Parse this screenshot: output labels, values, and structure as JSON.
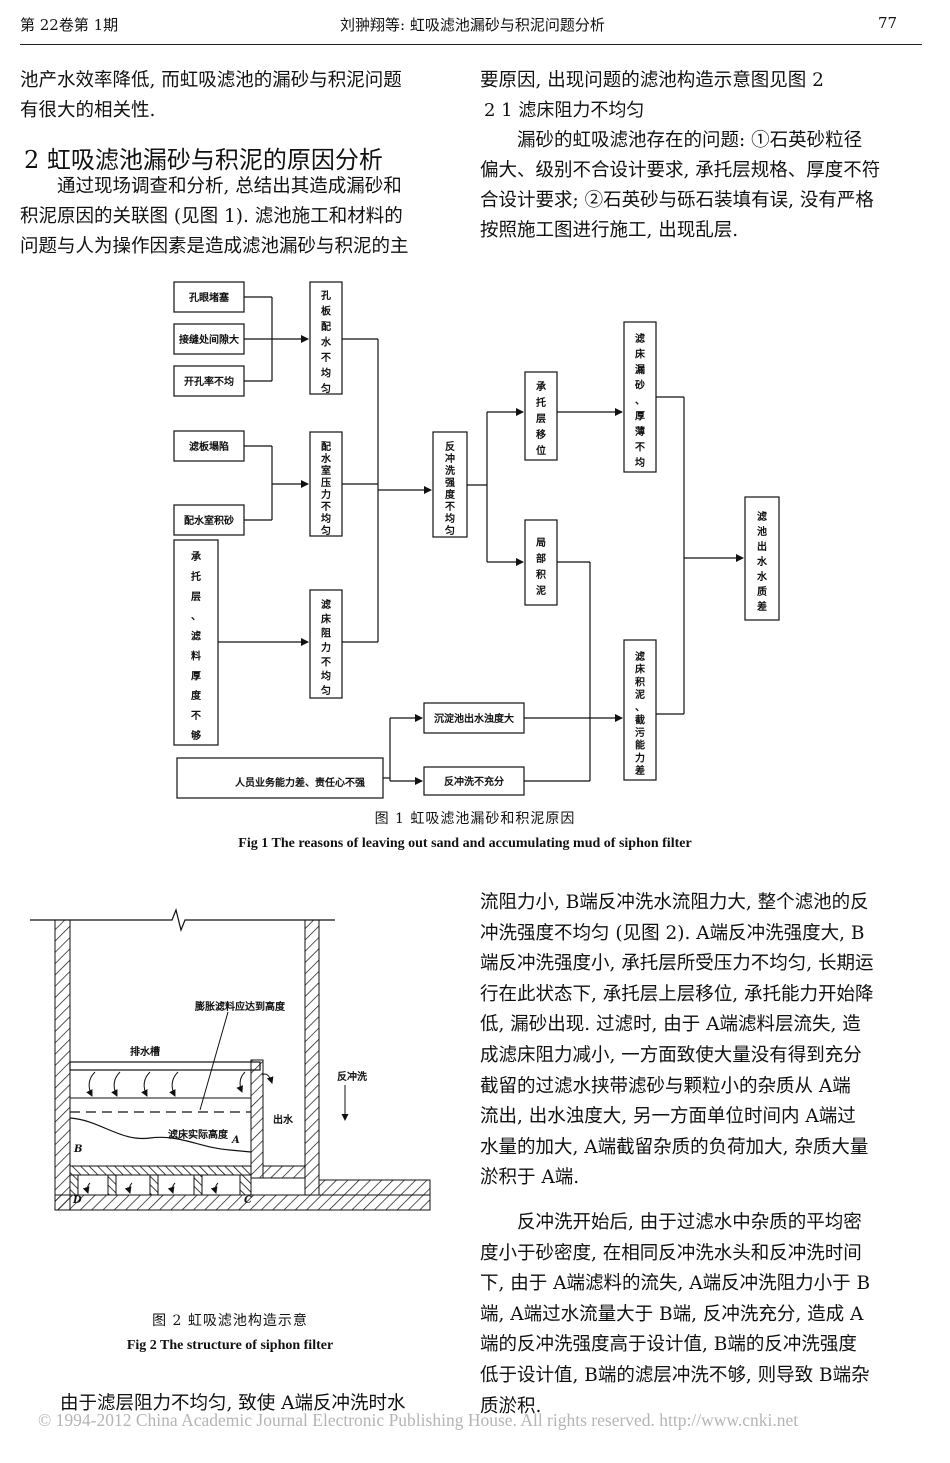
{
  "header": {
    "left": "第 22卷第 1期",
    "center": "刘翀翔等: 虹吸滤池漏砂与积泥问题分析",
    "page_number": "77"
  },
  "left_col_top": [
    "池产水效率降低, 而虹吸滤池的漏砂与积泥问题",
    "有很大的相关性."
  ],
  "section2": {
    "title": "2  虹吸滤池漏砂与积泥的原因分析",
    "para": [
      "通过现场调查和分析, 总结出其造成漏砂和",
      "积泥原因的关联图 (见图 1). 滤池施工和材料的",
      "问题与人为操作因素是造成滤池漏砂与积泥的主"
    ]
  },
  "right_col_top": {
    "line1": "要原因, 出现问题的滤池构造示意图见图 2",
    "subsection": "2 1  滤床阻力不均匀",
    "para": [
      "漏砂的虹吸滤池存在的问题: ①石英砂粒径",
      "偏大、级别不合设计要求, 承托层规格、厚度不符",
      "合设计要求; ②石英砂与砾石装填有误, 没有严格",
      "按照施工图进行施工, 出现乱层."
    ]
  },
  "fig1": {
    "boxes": {
      "hole_block": "孔眼堵塞",
      "joint_gap": "接缝处间隙大",
      "open_rate": "开孔率不均",
      "plate_collapse": "滤板塌陷",
      "chamber_sand": "配水室积砂",
      "support_layer": "承托层、滤料厚度不够",
      "plate_uneven": "孔板配水不均匀",
      "chamber_pressure": "配水室压力不均匀",
      "bed_resist": "滤床阻力不均匀",
      "backwash_uneven": "反冲洗强度不均匀",
      "support_shift": "承托层移位",
      "local_mud": "局部积泥",
      "bed_leak": "滤床漏砂、厚薄不均",
      "bed_mud": "滤床积泥、截污能力差",
      "sed_turbid": "沉淀池出水浊度大",
      "backwash_insuff": "反冲洗不充分",
      "staff": "人员业务能力差、责任心不强",
      "outlet_quality": "滤池出水水质差"
    },
    "caption_cn": "图 1  虹吸滤池漏砂和积泥原因",
    "caption_en": "Fig 1    The reasons of leaving out sand and accumulating mud of siphon filter"
  },
  "fig2": {
    "labels": {
      "expand": "膨胀滤料应达到高度",
      "drain": "排水槽",
      "actual": "滤床实际高度",
      "backwash": "反冲洗",
      "outlet": "出水",
      "B": "B",
      "A": "A",
      "D": "D",
      "C": "C"
    },
    "caption_cn": "图 2  虹吸滤池构造示意",
    "caption_en": "Fig 2    The structure of siphon filter"
  },
  "right_col_bottom": {
    "para1": [
      "流阻力小, B端反冲洗水流阻力大, 整个滤池的反",
      "冲洗强度不均匀 (见图 2). A端反冲洗强度大, B",
      "端反冲洗强度小, 承托层所受压力不均匀, 长期运",
      "行在此状态下, 承托层上层移位, 承托能力开始降",
      "低, 漏砂出现. 过滤时, 由于 A端滤料层流失, 造",
      "成滤床阻力减小, 一方面致使大量没有得到充分",
      "截留的过滤水挟带滤砂与颗粒小的杂质从 A端",
      "流出, 出水浊度大, 另一方面单位时间内 A端过",
      "水量的加大, A端截留杂质的负荷加大, 杂质大量",
      "淤积于 A端."
    ],
    "para2": [
      "反冲洗开始后, 由于过滤水中杂质的平均密",
      "度小于砂密度, 在相同反冲洗水头和反冲洗时间",
      "下, 由于 A端滤料的流失, A端反冲洗阻力小于 B",
      "端, A端过水流量大于 B端, 反冲洗充分, 造成 A",
      "端的反冲洗强度高于设计值, B端的反冲洗强度",
      "低于设计值, B端的滤层冲洗不够, 则导致 B端杂",
      "质淤积."
    ]
  },
  "left_col_bottom": "由于滤层阻力不均匀, 致使 A端反冲洗时水",
  "watermark": "© 1994-2012 China Academic Journal Electronic Publishing House. All rights reserved.    http://www.cnki.net"
}
